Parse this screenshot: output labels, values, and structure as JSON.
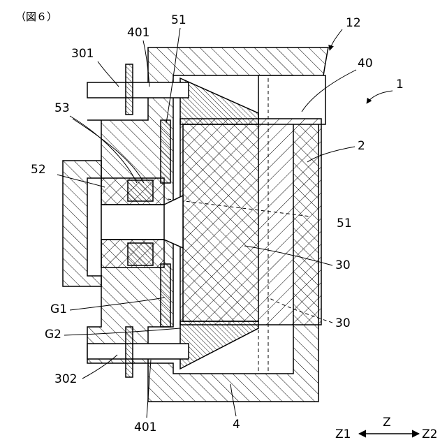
{
  "figure": {
    "caption": "（図６）",
    "labels": {
      "l12": "12",
      "l40": "40",
      "l1": "1",
      "l2": "2",
      "l301": "301",
      "l401_top": "401",
      "l51_top": "51",
      "l53": "53",
      "l52": "52",
      "l51_mid": "51",
      "l30_a": "30",
      "l30_b": "30",
      "lG1": "G1",
      "lG2": "G2",
      "l302": "302",
      "l401_bottom": "401",
      "l4": "4",
      "axis_z": "Z",
      "axis_z1": "Z1",
      "axis_z2": "Z2"
    }
  }
}
